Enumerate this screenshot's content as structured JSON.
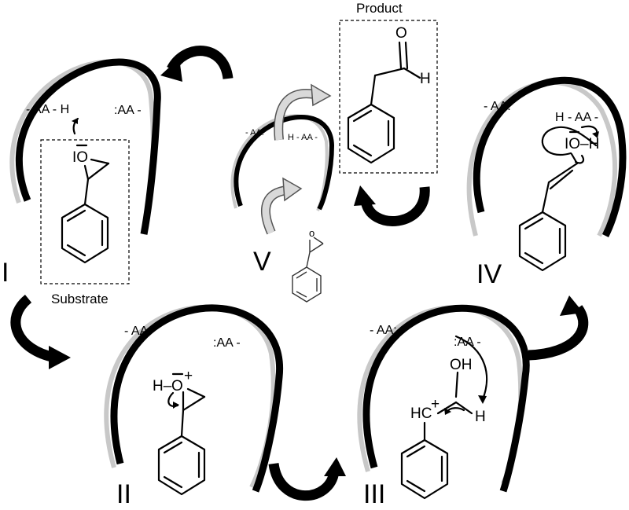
{
  "labels": {
    "product": "Product",
    "substrate": "Substrate",
    "stage_I": "I",
    "stage_II": "II",
    "stage_III": "III",
    "stage_IV": "IV",
    "stage_V": "V"
  },
  "residues": {
    "I_left": "- AA - H",
    "I_right": ":AA -",
    "II_left": "- AA:",
    "II_right": ":AA -",
    "III_left": "- AA:",
    "III_right": ":AA -",
    "IV_left": "- AA:",
    "IV_right": "H - AA -",
    "V_left": "- AA:",
    "V_right": "H - AA -"
  },
  "atoms": {
    "I_oxygen": "IO",
    "II_h": "H–",
    "II_oxygen": "O",
    "II_plus": "+",
    "III_oh": "OH",
    "III_hc": "HC",
    "III_plus": "+",
    "III_h": "H",
    "IV_oxygen": "IO–H",
    "product_o": "O",
    "product_h": "H",
    "V_o": "o"
  },
  "colors": {
    "arc_dark": "#000000",
    "arc_light": "#c8c8c8",
    "gray_arrow_fill": "#d9d9d9"
  }
}
